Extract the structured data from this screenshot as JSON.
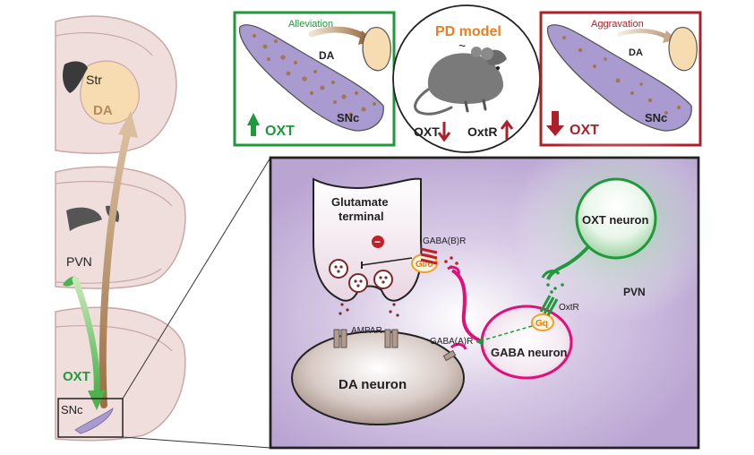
{
  "brain": {
    "str_label": "Str",
    "da_label": "DA",
    "pvn_label": "PVN",
    "oxt_label": "OXT",
    "snc_label": "SNc"
  },
  "panel_alleviation": {
    "title": "Alleviation",
    "da_label": "DA",
    "snc_label": "SNc",
    "oxt_label": "OXT"
  },
  "panel_pd": {
    "title": "PD model",
    "tilde": "~",
    "oxt_label": "OXT",
    "oxtr_label": "OxtR"
  },
  "panel_aggravation": {
    "title": "Aggravation",
    "da_label": "DA",
    "snc_label": "SNc",
    "oxt_label": "OXT"
  },
  "circuit": {
    "glutamate_label_1": "Glutamate",
    "glutamate_label_2": "terminal",
    "gio_label": "Gi/o",
    "gabab_label": "GABA(B)R",
    "ampar_label": "AMPAR",
    "gabaa_label": "GABA(A)R",
    "da_neuron_label": "DA neuron",
    "gaba_neuron_label": "GABA neuron",
    "gq_label": "Gq",
    "oxtr_label": "OxtR",
    "oxt_neuron_label": "OXT neuron",
    "pvn_label": "PVN",
    "inhibit_symbol": "−"
  },
  "colors": {
    "alleviation_green": "#1e9a3a",
    "aggravation_red": "#b01e2a",
    "pd_orange": "#f07c1d",
    "snc_purple": "#a99bd0",
    "da_brown": "#a07850",
    "gaba_magenta": "#e0107a"
  }
}
